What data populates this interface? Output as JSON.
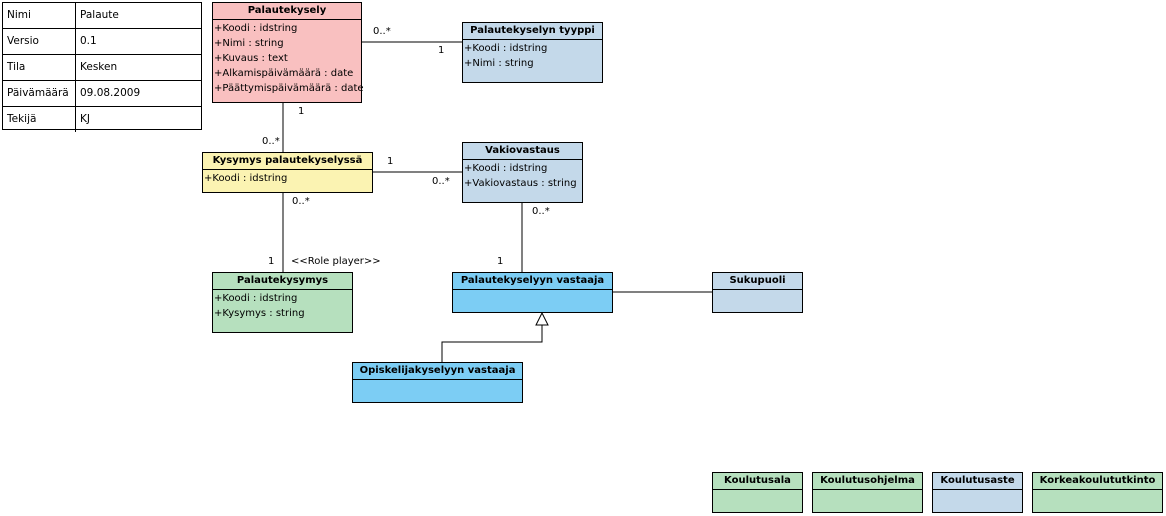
{
  "meta_table": [
    {
      "key": "Nimi",
      "value": "Palaute"
    },
    {
      "key": "Versio",
      "value": "0.1"
    },
    {
      "key": "Tila",
      "value": "Kesken"
    },
    {
      "key": "Päivämäärä",
      "value": "09.08.2009"
    },
    {
      "key": "Tekijä",
      "value": "KJ"
    }
  ],
  "colors": {
    "red": "#f9c0c0",
    "blue_light": "#c4d9ea",
    "yellow": "#fbf3b2",
    "green": "#b6e0be",
    "blue_bright": "#7ccdf4"
  },
  "classes": {
    "palautekysely": {
      "name": "Palautekysely",
      "attrs": [
        "+Koodi : idstring",
        "+Nimi : string",
        "+Kuvaus : text",
        "+Alkamispäivämäärä : date",
        "+Päättymispäivämäärä : date"
      ]
    },
    "palautekyselyn_tyyppi": {
      "name": "Palautekyselyn tyyppi",
      "attrs": [
        "+Koodi : idstring",
        "+Nimi : string"
      ]
    },
    "kysymys_palautekyselyssa": {
      "name": "Kysymys palautekyselyssä",
      "attrs": [
        "+Koodi : idstring"
      ]
    },
    "vakiovastaus": {
      "name": "Vakiovastaus",
      "attrs": [
        "+Koodi : idstring",
        "+Vakiovastaus : string"
      ]
    },
    "palautekysymys": {
      "name": "Palautekysymys",
      "attrs": [
        "+Koodi : idstring",
        "+Kysymys : string"
      ]
    },
    "palautekyselyn_vastaaja": {
      "name": "Palautekyselyyn vastaaja",
      "attrs": []
    },
    "sukupuoli": {
      "name": "Sukupuoli",
      "attrs": []
    },
    "opiskelijakyselyyn_vastaaja": {
      "name": "Opiskelijakyselyyn vastaaja",
      "attrs": []
    },
    "koulutusala": {
      "name": "Koulutusala",
      "attrs": []
    },
    "koulutusohjelma": {
      "name": "Koulutusohjelma",
      "attrs": []
    },
    "koulutusaste": {
      "name": "Koulutusaste",
      "attrs": []
    },
    "korkeakoulututkinto": {
      "name": "Korkeakoulututkinto",
      "attrs": []
    }
  },
  "labels": {
    "m_kysely_tyyppi": "0..*",
    "m_tyyppi": "1",
    "m_kysely_1": "1",
    "m_kysymys_top": "0..*",
    "m_kysymys_right": "1",
    "m_vakio_left": "0..*",
    "m_kysymys_bottom": "0..*",
    "m_palautekysymys_top": "1",
    "role_player": "<<Role player>>",
    "m_vakio_bottom": "0..*",
    "m_vastaaja_top": "1"
  }
}
